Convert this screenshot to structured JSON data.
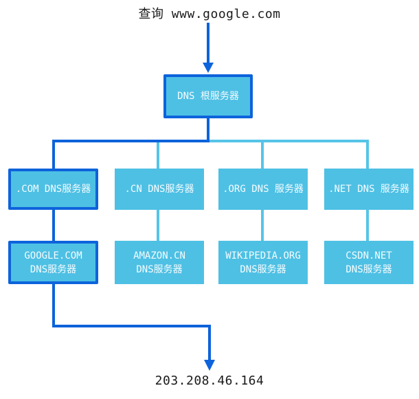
{
  "title": "查询 www.google.com",
  "result_ip": "203.208.46.164",
  "colors": {
    "highlight_blue": "#0d63db",
    "node_fill": "#4ec0e4",
    "connector_light": "#56c4e7",
    "node_text": "#ffffff",
    "caption_text": "#1a1a1a"
  },
  "nodes": {
    "root": {
      "label": "DNS 根服务器",
      "highlighted": true
    },
    "tld": [
      {
        "label": ".COM DNS服务器",
        "highlighted": true
      },
      {
        "label": ".CN DNS服务器",
        "highlighted": false
      },
      {
        "label": ".ORG DNS 服务器",
        "highlighted": false
      },
      {
        "label": ".NET DNS 服务器",
        "highlighted": false
      }
    ],
    "domain": [
      {
        "line1": "GOOGLE.COM",
        "line2": "DNS服务器",
        "highlighted": true
      },
      {
        "line1": "AMAZON.CN",
        "line2": "DNS服务器",
        "highlighted": false
      },
      {
        "line1": "WIKIPEDIA.ORG",
        "line2": "DNS服务器",
        "highlighted": false
      },
      {
        "line1": "CSDN.NET",
        "line2": "DNS服务器",
        "highlighted": false
      }
    ]
  }
}
